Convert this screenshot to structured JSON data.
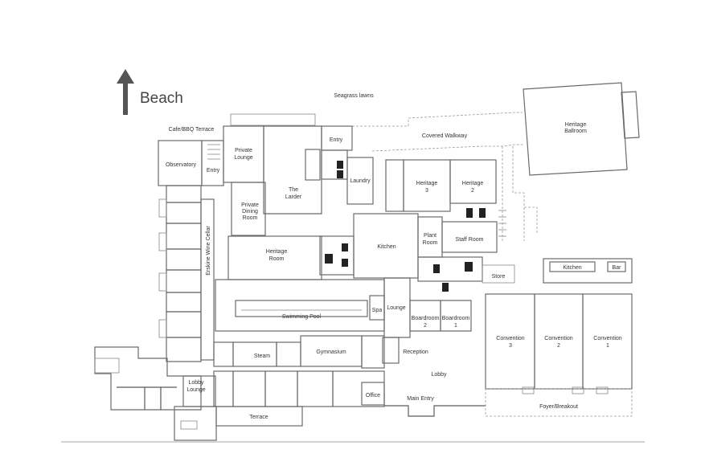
{
  "north": {
    "label": "Beach"
  },
  "areas": {
    "seagrass_lawns": "Seagrass lawns",
    "cafe_bbq_terrace": "Cafe/BBQ Terrace",
    "covered_walkway": "Covered Walkway",
    "heritage_ballroom": [
      "Heritage",
      "Ballroom"
    ],
    "observatory": "Observatory",
    "entry_west": "Entry",
    "private_lounge": [
      "Private",
      "Lounge"
    ],
    "entry_north": "Entry",
    "the_larder": [
      "The",
      "Larder"
    ],
    "laundry": "Laundry",
    "heritage_3": [
      "Heritage",
      "3"
    ],
    "heritage_2": [
      "Heritage",
      "2"
    ],
    "private_dining_room": [
      "Private",
      "Dining",
      "Room"
    ],
    "erskine_wine_cellar": "Erskine Wine Cellar",
    "heritage_room": [
      "Heritage",
      "Room"
    ],
    "kitchen_main": "Kitchen",
    "plant_room": [
      "Plant",
      "Room"
    ],
    "staff_room": "Staff Room",
    "kitchen_bar": "Kitchen",
    "bar": "Bar",
    "store": "Store",
    "swimming_pool": "Swimming Pool",
    "spa": "Spa",
    "lounge": "Lounge",
    "boardroom_2": [
      "Boardroom",
      "2"
    ],
    "boardroom_1": [
      "Boardroom",
      "1"
    ],
    "convention_3": [
      "Convention",
      "3"
    ],
    "convention_2": [
      "Convention",
      "2"
    ],
    "convention_1": [
      "Convention",
      "1"
    ],
    "steam": "Steam",
    "gymnasium": "Gymnasium",
    "reception": "Reception",
    "lobby": "Lobby",
    "lobby_lounge": [
      "Lobby",
      "Lounge"
    ],
    "office": "Office",
    "main_entry": "Main Entry",
    "foyer_breakout": "Foyer/Breakout",
    "terrace": "Terrace"
  },
  "icons": [
    "north-arrow-icon",
    "restroom-icon",
    "accessible-icon"
  ]
}
